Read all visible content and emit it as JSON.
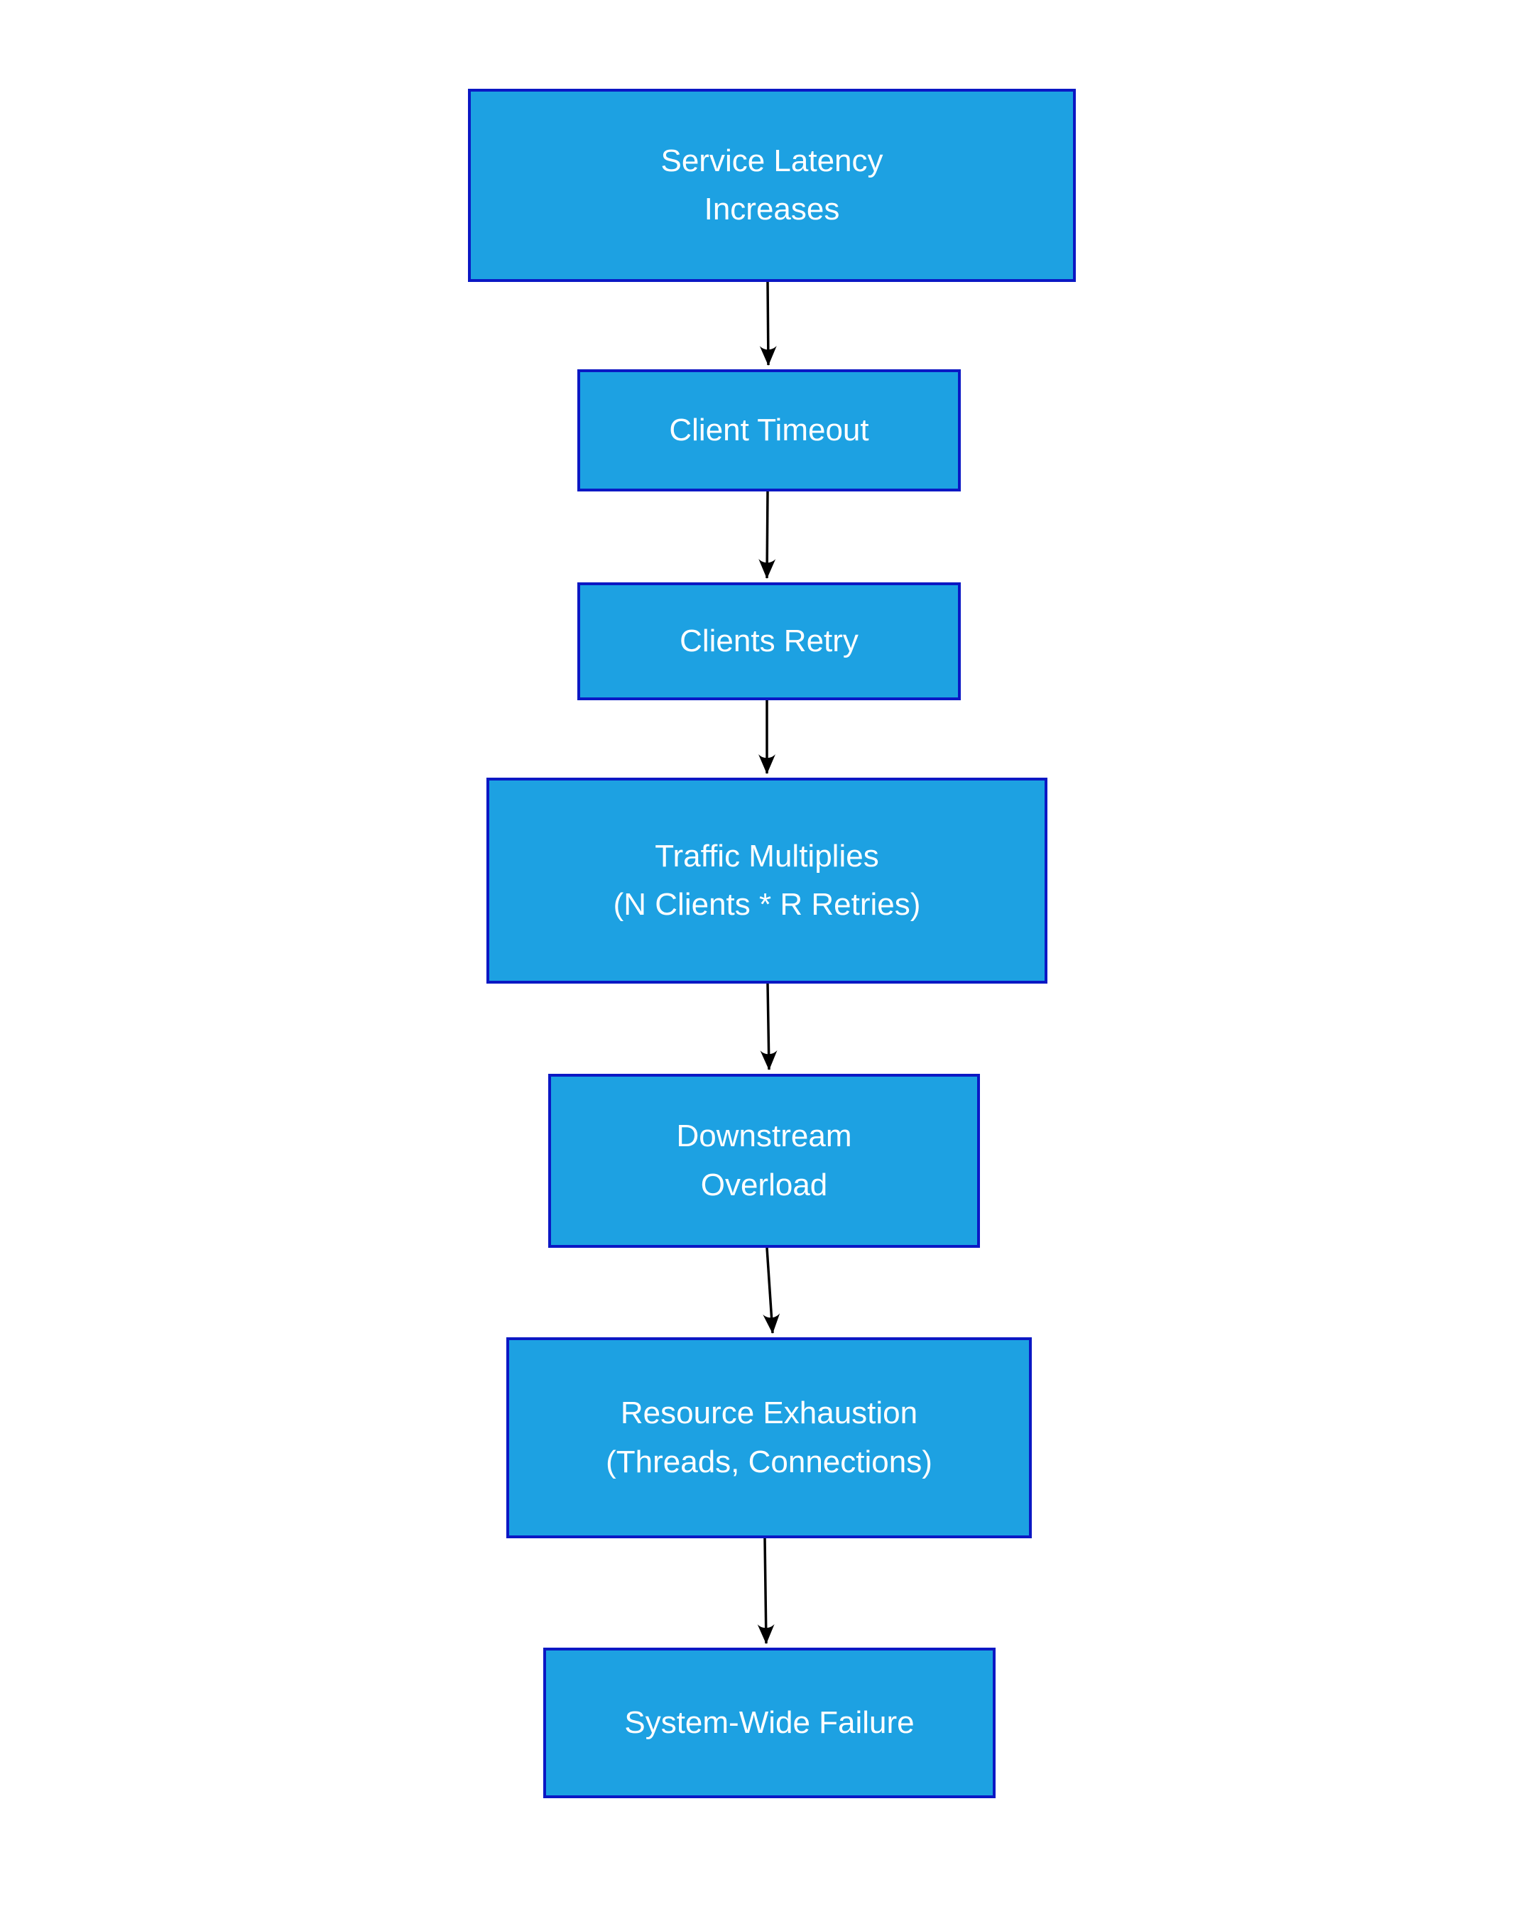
{
  "diagram": {
    "title": "Retry storm cascade failure flowchart",
    "colors": {
      "node_fill": "#1da1e2",
      "node_border": "#0b18c4",
      "text_color": "#ffffff",
      "arrow_color": "#000000",
      "background": "#ffffff"
    },
    "nodes": [
      {
        "id": "service-latency-increases",
        "lines": [
          "Service Latency",
          "Increases"
        ]
      },
      {
        "id": "client-timeout",
        "lines": [
          "Client Timeout"
        ]
      },
      {
        "id": "clients-retry",
        "lines": [
          "Clients Retry"
        ]
      },
      {
        "id": "traffic-multiplies",
        "lines": [
          "Traffic Multiplies",
          "(N Clients * R Retries)"
        ]
      },
      {
        "id": "downstream-overload",
        "lines": [
          "Downstream",
          "Overload"
        ]
      },
      {
        "id": "resource-exhaustion",
        "lines": [
          "Resource Exhaustion",
          "(Threads, Connections)"
        ]
      },
      {
        "id": "system-wide-failure",
        "lines": [
          "System-Wide Failure"
        ]
      }
    ],
    "edges": [
      {
        "from": "service-latency-increases",
        "to": "client-timeout"
      },
      {
        "from": "client-timeout",
        "to": "clients-retry"
      },
      {
        "from": "clients-retry",
        "to": "traffic-multiplies"
      },
      {
        "from": "traffic-multiplies",
        "to": "downstream-overload"
      },
      {
        "from": "downstream-overload",
        "to": "resource-exhaustion"
      },
      {
        "from": "resource-exhaustion",
        "to": "system-wide-failure"
      }
    ]
  }
}
